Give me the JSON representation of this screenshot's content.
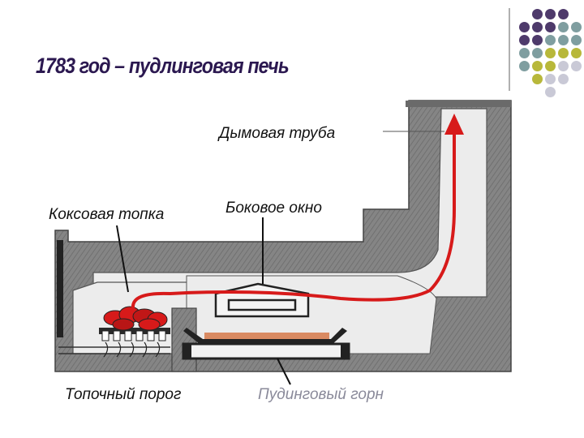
{
  "slide": {
    "title": "1783 год – пудлинговая печь"
  },
  "diagram": {
    "labels": {
      "chimney": "Дымовая труба",
      "coke_firebox": "Коксовая топка",
      "side_window": "Боковое окно",
      "fire_threshold": "Топочный порог",
      "puddling_hearth": "Пудинговый горн"
    }
  },
  "colors": {
    "title": "#2b1850",
    "furnace_wall": "#7a7a7a",
    "furnace_inner": "#e8e8e8",
    "flame_path": "#d71a1a",
    "hearth_metal": "#d98a62",
    "dot_purple": "#4e3a6b",
    "dot_teal": "#7f9ea0",
    "dot_olive": "#b8b83a",
    "dot_gray": "#c9c9d6"
  }
}
